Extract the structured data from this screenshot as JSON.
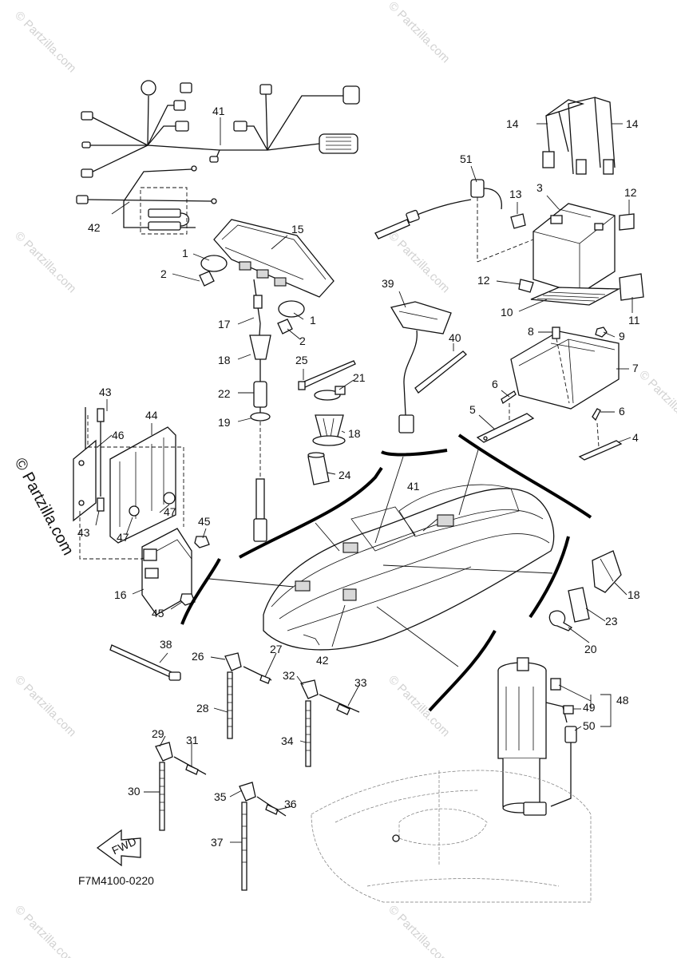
{
  "diagram": {
    "code": "F7M4100-0220",
    "fwd_label": "FWD",
    "watermark_side": "© Partzilla.com",
    "watermark_small": "© Partzilla.com"
  },
  "callouts": [
    {
      "id": "41a",
      "text": "41"
    },
    {
      "id": "42a",
      "text": "42"
    },
    {
      "id": "15",
      "text": "15"
    },
    {
      "id": "1a",
      "text": "1"
    },
    {
      "id": "2a",
      "text": "2"
    },
    {
      "id": "1b",
      "text": "1"
    },
    {
      "id": "2b",
      "text": "2"
    },
    {
      "id": "17",
      "text": "17"
    },
    {
      "id": "18a",
      "text": "18"
    },
    {
      "id": "25",
      "text": "25"
    },
    {
      "id": "21",
      "text": "21"
    },
    {
      "id": "22",
      "text": "22"
    },
    {
      "id": "19",
      "text": "19"
    },
    {
      "id": "18b",
      "text": "18"
    },
    {
      "id": "24",
      "text": "24"
    },
    {
      "id": "14a",
      "text": "14"
    },
    {
      "id": "14b",
      "text": "14"
    },
    {
      "id": "51",
      "text": "51"
    },
    {
      "id": "13",
      "text": "13"
    },
    {
      "id": "3",
      "text": "3"
    },
    {
      "id": "12a",
      "text": "12"
    },
    {
      "id": "12b",
      "text": "12"
    },
    {
      "id": "10",
      "text": "10"
    },
    {
      "id": "11",
      "text": "11"
    },
    {
      "id": "39",
      "text": "39"
    },
    {
      "id": "40",
      "text": "40"
    },
    {
      "id": "8",
      "text": "8"
    },
    {
      "id": "9",
      "text": "9"
    },
    {
      "id": "7",
      "text": "7"
    },
    {
      "id": "6a",
      "text": "6"
    },
    {
      "id": "5",
      "text": "5"
    },
    {
      "id": "6b",
      "text": "6"
    },
    {
      "id": "4",
      "text": "4"
    },
    {
      "id": "43a",
      "text": "43"
    },
    {
      "id": "44",
      "text": "44"
    },
    {
      "id": "46",
      "text": "46"
    },
    {
      "id": "47a",
      "text": "47"
    },
    {
      "id": "43b",
      "text": "43"
    },
    {
      "id": "47b",
      "text": "47"
    },
    {
      "id": "45a",
      "text": "45"
    },
    {
      "id": "16",
      "text": "16"
    },
    {
      "id": "45b",
      "text": "45"
    },
    {
      "id": "41b",
      "text": "41"
    },
    {
      "id": "42b",
      "text": "42"
    },
    {
      "id": "18c",
      "text": "18"
    },
    {
      "id": "23",
      "text": "23"
    },
    {
      "id": "20",
      "text": "20"
    },
    {
      "id": "38",
      "text": "38"
    },
    {
      "id": "26",
      "text": "26"
    },
    {
      "id": "27",
      "text": "27"
    },
    {
      "id": "28",
      "text": "28"
    },
    {
      "id": "32",
      "text": "32"
    },
    {
      "id": "33",
      "text": "33"
    },
    {
      "id": "34",
      "text": "34"
    },
    {
      "id": "29",
      "text": "29"
    },
    {
      "id": "31",
      "text": "31"
    },
    {
      "id": "30",
      "text": "30"
    },
    {
      "id": "35",
      "text": "35"
    },
    {
      "id": "36",
      "text": "36"
    },
    {
      "id": "37",
      "text": "37"
    },
    {
      "id": "48",
      "text": "48"
    },
    {
      "id": "49",
      "text": "49"
    },
    {
      "id": "50",
      "text": "50"
    }
  ]
}
